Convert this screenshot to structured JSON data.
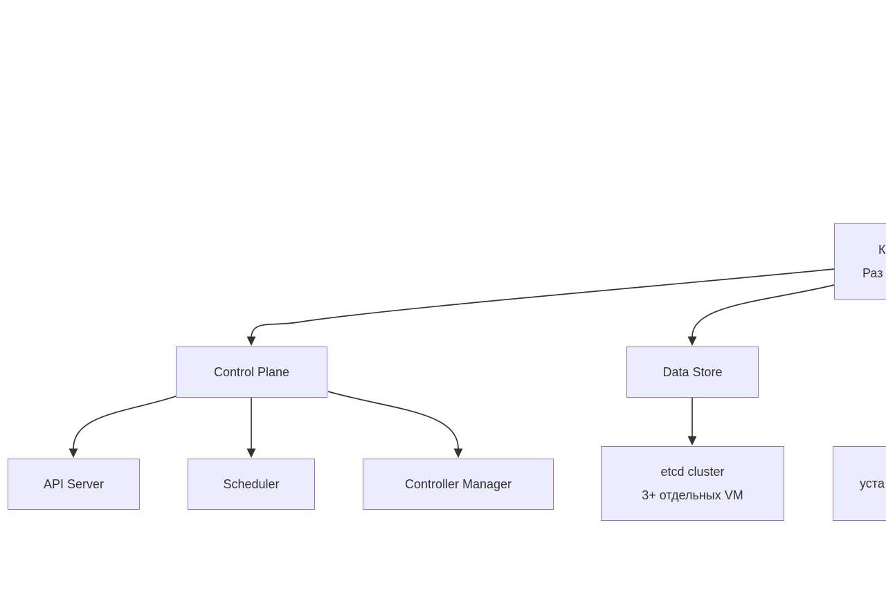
{
  "diagram": {
    "type": "flowchart",
    "orientation": "top-down",
    "colors": {
      "node_fill": "#ECECFF",
      "node_border": "#9370DB",
      "text": "#333333",
      "edge": "#333333"
    },
    "nodes": {
      "cluster_clipped": {
        "line1": "К",
        "line2": "Раз"
      },
      "control_plane": {
        "label": "Control Plane"
      },
      "data_store": {
        "label": "Data Store"
      },
      "api_server": {
        "label": "API Server"
      },
      "scheduler": {
        "label": "Scheduler"
      },
      "controller_manager": {
        "label": "Controller Manager"
      },
      "etcd": {
        "line1": "etcd cluster",
        "line2": "3+ отдельных VM"
      },
      "bottom_right_clipped": {
        "line1": "",
        "line2": "уста"
      }
    },
    "edges": [
      {
        "from": "cluster_clipped",
        "to": "control_plane"
      },
      {
        "from": "cluster_clipped",
        "to": "data_store"
      },
      {
        "from": "control_plane",
        "to": "api_server"
      },
      {
        "from": "control_plane",
        "to": "scheduler"
      },
      {
        "from": "control_plane",
        "to": "controller_manager"
      },
      {
        "from": "data_store",
        "to": "etcd"
      }
    ]
  }
}
